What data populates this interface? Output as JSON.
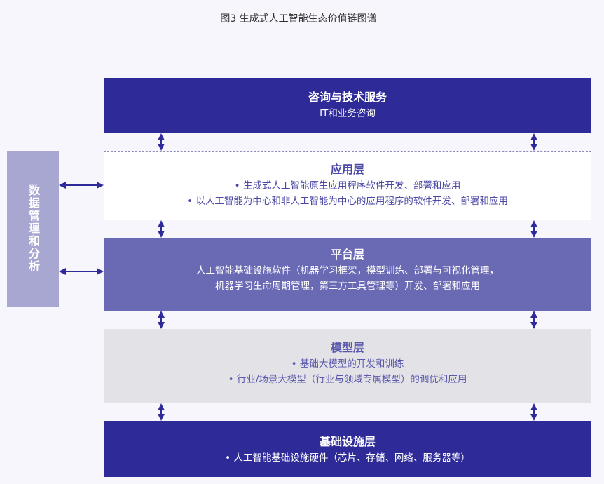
{
  "title": "图3 生成式人工智能生态价值链图谱",
  "side_panel": "数据管理和分析",
  "layers": {
    "consulting": {
      "title": "咨询与技术服务",
      "lines": [
        "IT和业务咨询"
      ]
    },
    "application": {
      "title": "应用层",
      "lines": [
        "• 生成式人工智能原生应用程序软件开发、部署和应用",
        "• 以人工智能为中心和非人工智能为中心的应用程序的软件开发、部署和应用"
      ]
    },
    "platform": {
      "title": "平台层",
      "lines": [
        "人工智能基础设施软件（机器学习框架，模型训练、部署与可视化管理，",
        "机器学习生命周期管理，第三方工具管理等）开发、部署和应用"
      ]
    },
    "model": {
      "title": "模型层",
      "lines": [
        "• 基础大模型的开发和训练",
        "• 行业/场景大模型（行业与领域专属模型）的调优和应用"
      ]
    },
    "infrastructure": {
      "title": "基础设施层",
      "lines": [
        "• 人工智能基础设施硬件（芯片、存储、网络、服务器等）"
      ]
    }
  },
  "colors": {
    "dark": "#2e2b99",
    "medium": "#6a69b3",
    "light": "#e3e3e7",
    "side": "#a7a7d2",
    "arrow": "#2e2b99"
  }
}
